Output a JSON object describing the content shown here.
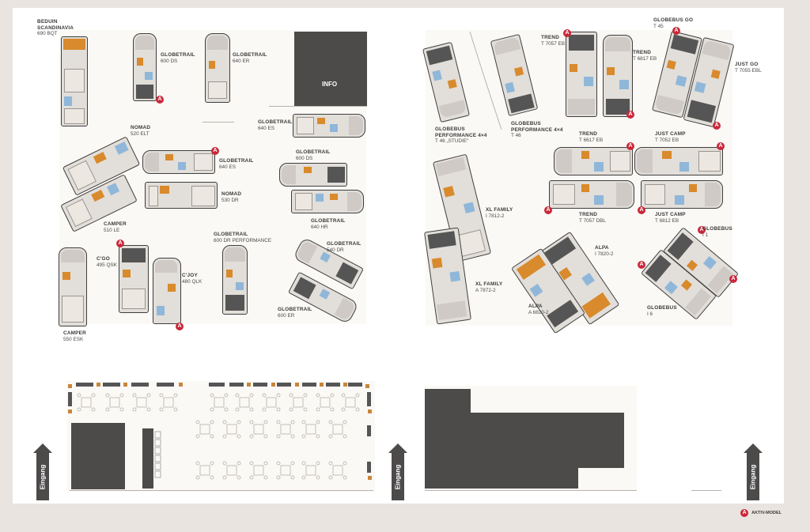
{
  "colors": {
    "accent": "#c9283a",
    "wood": "#d88a2c",
    "dark": "#4d4a4a",
    "blue": "#8fb7d9"
  },
  "info_label": "INFO",
  "entrance_label": "Eingang",
  "badge_letter": "A",
  "legend_label": "AKTIV-MODEL",
  "left_labels": [
    {
      "title": "BEDUIN",
      "title2": "SCANDINAVIA",
      "sub": "690 BQT"
    },
    {
      "title": "GLOBETRAIL",
      "sub": "600 DS"
    },
    {
      "title": "GLOBETRAIL",
      "sub": "640 ER"
    },
    {
      "title": "GLOBETRAIL",
      "sub": "640 ES"
    },
    {
      "title": "NOMAD",
      "sub": "520 ELT"
    },
    {
      "title": "GLOBETRAIL",
      "sub": "640 ES"
    },
    {
      "title": "GLOBETRAIL",
      "sub": "600 DS"
    },
    {
      "title": "NOMAD",
      "sub": "530 DR"
    },
    {
      "title": "GLOBETRAIL",
      "sub": "640 HR"
    },
    {
      "title": "CAMPER",
      "sub": "510 LE"
    },
    {
      "title": "GLOBETRAIL",
      "sub": "600 DR PERFORMANCE"
    },
    {
      "title": "GLOBETRAIL",
      "sub": "540 DR"
    },
    {
      "title": "C'GO",
      "sub": "495 QSK"
    },
    {
      "title": "C'JOY",
      "sub": "480 QLK"
    },
    {
      "title": "GLOBETRAIL",
      "sub": "600 ER"
    },
    {
      "title": "CAMPER",
      "sub": "550 ESK"
    }
  ],
  "right_labels": [
    {
      "title": "TREND",
      "sub": "T 7057 EB"
    },
    {
      "title": "TREND",
      "sub": "T 6817 EB"
    },
    {
      "title": "GLOBEBUS GO",
      "sub": "T 45"
    },
    {
      "title": "JUST GO",
      "sub": "T 7055 EBL"
    },
    {
      "title": "GLOBEBUS",
      "title2": "PERFORMANCE 4×4",
      "sub": "T 46 „STUDIE“"
    },
    {
      "title": "GLOBEBUS",
      "title2": "PERFORMANCE 4×4",
      "sub": "T 46"
    },
    {
      "title": "TREND",
      "sub": "T 6617 EB"
    },
    {
      "title": "JUST CAMP",
      "sub": "T 7052 EB"
    },
    {
      "title": "XL FAMILY",
      "sub": "I 7812-2"
    },
    {
      "title": "TREND",
      "sub": "T 7057 DBL"
    },
    {
      "title": "JUST CAMP",
      "sub": "T 6812 EB"
    },
    {
      "title": "GLOBEBUS",
      "sub": "I 1"
    },
    {
      "title": "ALPA",
      "sub": "I 7820-2"
    },
    {
      "title": "XL FAMILY",
      "sub": "A 7872-2"
    },
    {
      "title": "ALPA",
      "sub": "A 6820-2"
    },
    {
      "title": "GLOBEBUS",
      "sub": "I 6"
    }
  ]
}
